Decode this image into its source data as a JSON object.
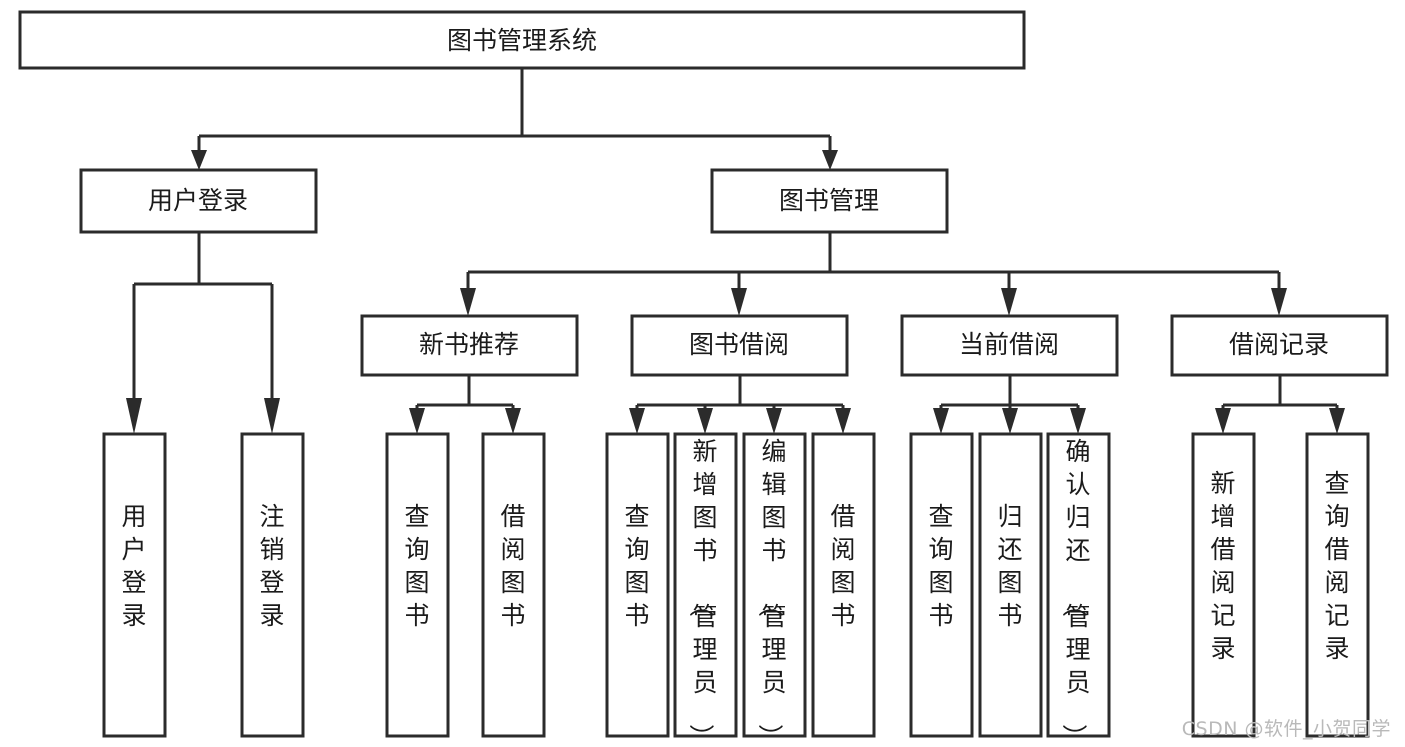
{
  "diagram": {
    "type": "tree-hierarchy-flowchart",
    "title": "图书管理系统",
    "watermark": "CSDN @软件_小贺同学",
    "colors": {
      "box_fill": "#ffffff",
      "box_stroke": "#2b2b2b",
      "text": "#1b1b1b",
      "background": "#ffffff",
      "watermark": "#b9b9b9"
    },
    "levels": {
      "root": {
        "label": "图书管理系统"
      },
      "level2": [
        {
          "label": "用户登录"
        },
        {
          "label": "图书管理"
        }
      ],
      "level3": [
        {
          "label": "新书推荐",
          "parent": "图书管理"
        },
        {
          "label": "图书借阅",
          "parent": "图书管理"
        },
        {
          "label": "当前借阅",
          "parent": "图书管理"
        },
        {
          "label": "借阅记录",
          "parent": "图书管理"
        }
      ],
      "leaves": [
        {
          "label": "用户登录",
          "parent": "用户登录"
        },
        {
          "label": "注销登录",
          "parent": "用户登录"
        },
        {
          "label": "查询图书",
          "parent": "新书推荐"
        },
        {
          "label": "借阅图书",
          "parent": "新书推荐"
        },
        {
          "label": "查询图书",
          "parent": "图书借阅"
        },
        {
          "label": "新增图书（管理员）",
          "parent": "图书借阅"
        },
        {
          "label": "编辑图书（管理员）",
          "parent": "图书借阅"
        },
        {
          "label": "借阅图书",
          "parent": "图书借阅"
        },
        {
          "label": "查询图书",
          "parent": "当前借阅"
        },
        {
          "label": "归还图书",
          "parent": "当前借阅"
        },
        {
          "label": "确认归还（管理员）",
          "parent": "当前借阅"
        },
        {
          "label": "新增借阅记录",
          "parent": "借阅记录"
        },
        {
          "label": "查询借阅记录",
          "parent": "借阅记录"
        }
      ]
    }
  }
}
